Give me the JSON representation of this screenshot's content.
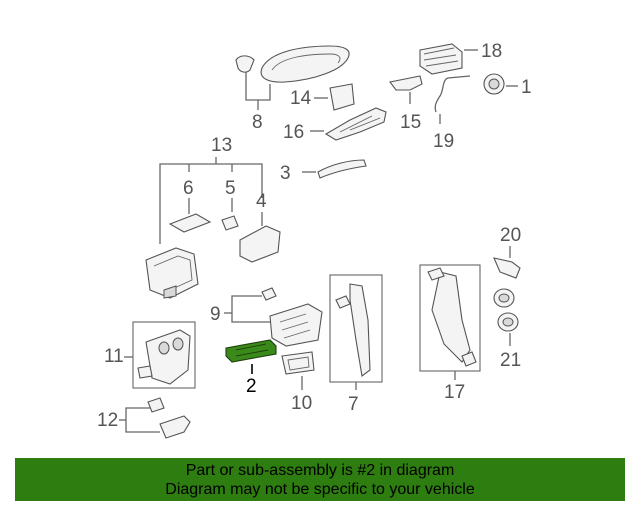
{
  "diagram": {
    "highlight_color": "#3a8a1a",
    "callouts": [
      "18",
      "1",
      "14",
      "8",
      "15",
      "16",
      "19",
      "3",
      "13",
      "6",
      "5",
      "4",
      "20",
      "9",
      "11",
      "2",
      "10",
      "7",
      "17",
      "21",
      "12"
    ]
  },
  "footer": {
    "background_color": "#2e7d10",
    "line1": "Part or sub-assembly is #2 in diagram",
    "line2": "Diagram may not be specific to your vehicle"
  }
}
